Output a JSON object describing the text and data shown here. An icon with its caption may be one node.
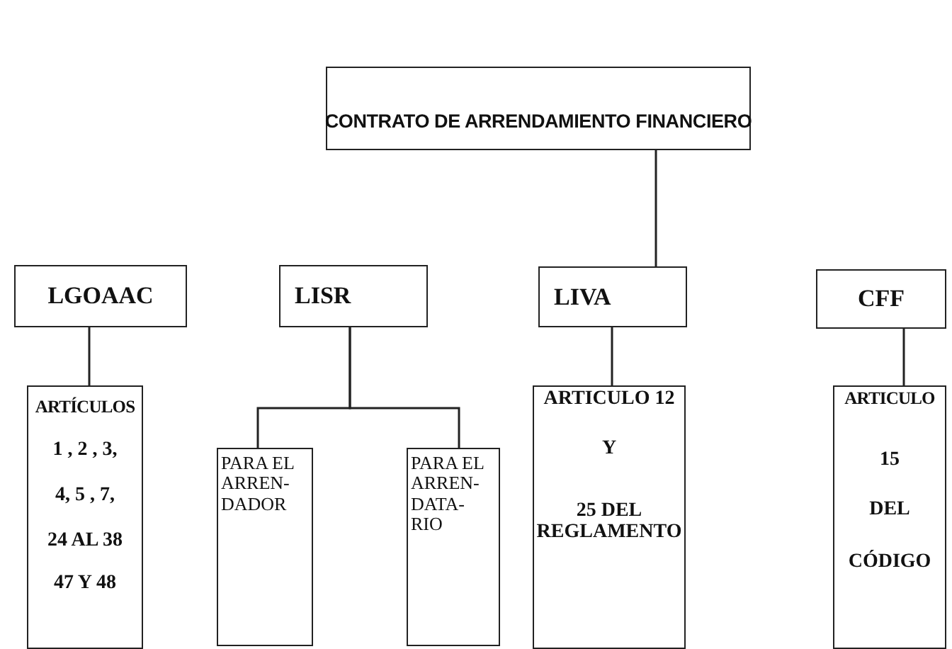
{
  "diagram": {
    "nodes": [
      {
        "text": [
          "CONTRATO DE ARRENDAMIENTO FINANCIERO"
        ]
      },
      {
        "text": [
          "LGOAAC"
        ]
      },
      {
        "text": [
          "LISR"
        ]
      },
      {
        "text": [
          "LIVA"
        ]
      },
      {
        "text": [
          "CFF"
        ]
      },
      {
        "text": [
          "ARTÍCULOS",
          "1 , 2 , 3,",
          "4, 5 , 7,",
          "24 AL 38",
          "47 Y 48"
        ]
      },
      {
        "text": [
          "PARA EL ARREN-DADOR"
        ]
      },
      {
        "text": [
          "PARA EL ARREN-DATA-RIO"
        ]
      },
      {
        "text": [
          "ARTICULO 12",
          "Y",
          "25 DEL REGLAMENTO"
        ]
      },
      {
        "text": [
          "ARTICULO",
          "15",
          "DEL",
          "CÓDIGO"
        ]
      }
    ],
    "edges": [
      {
        "from": 0,
        "to": 3,
        "arrow": "none"
      },
      {
        "from": 1,
        "to": 5,
        "arrow": "none"
      },
      {
        "from": 2,
        "to": 6,
        "arrow": "none"
      },
      {
        "from": 2,
        "to": 7,
        "arrow": "none"
      },
      {
        "from": 3,
        "to": 8,
        "arrow": "none"
      },
      {
        "from": 4,
        "to": 9,
        "arrow": "none"
      }
    ]
  }
}
